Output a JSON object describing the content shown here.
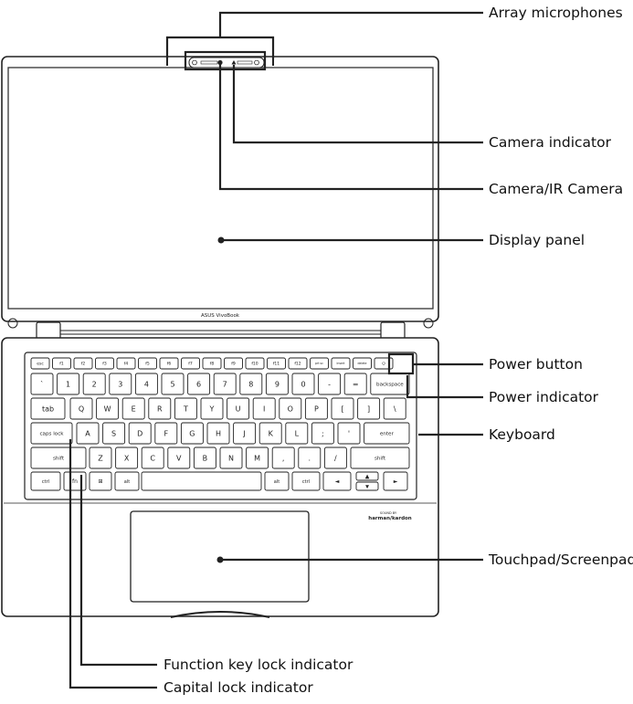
{
  "callouts": {
    "array_microphones": "Array microphones",
    "camera_indicator": "Camera indicator",
    "camera_ir_camera": "Camera/IR Camera",
    "display_panel": "Display panel",
    "power_button": "Power button",
    "power_indicator": "Power indicator",
    "keyboard": "Keyboard",
    "touchpad_screenpad": "Touchpad/Screenpad",
    "function_key_lock_indicator": "Function key lock indicator",
    "capital_lock_indicator": "Capital lock indicator"
  },
  "device": {
    "bezel_logo": "ASUS VivoBook",
    "speaker_logo_top": "SOUND BY",
    "speaker_logo": "harman/kardon"
  },
  "keyboard": {
    "row0": [
      "esc",
      "f1",
      "f2",
      "f3",
      "f4",
      "f5",
      "f6",
      "f7",
      "f8",
      "f9",
      "f10",
      "f11",
      "f12",
      "prt sc",
      "insert",
      "delete",
      "⏻"
    ],
    "row1": [
      "`",
      "1",
      "2",
      "3",
      "4",
      "5",
      "6",
      "7",
      "8",
      "9",
      "0",
      "-",
      "=",
      "backspace"
    ],
    "row2": [
      "tab",
      "Q",
      "W",
      "E",
      "R",
      "T",
      "Y",
      "U",
      "I",
      "O",
      "P",
      "[",
      "]",
      "\\"
    ],
    "row3": [
      "caps lock",
      "A",
      "S",
      "D",
      "F",
      "G",
      "H",
      "J",
      "K",
      "L",
      ";",
      "'",
      "enter"
    ],
    "row4": [
      "shift",
      "Z",
      "X",
      "C",
      "V",
      "B",
      "N",
      "M",
      ",",
      ".",
      "/",
      "shift"
    ],
    "row5": [
      "ctrl",
      "fn",
      "⊞",
      "alt",
      "",
      "alt",
      "ctrl",
      "◄",
      "▲",
      "►"
    ]
  },
  "colors": {
    "line": "#222222",
    "screen_outline": "#333333"
  }
}
